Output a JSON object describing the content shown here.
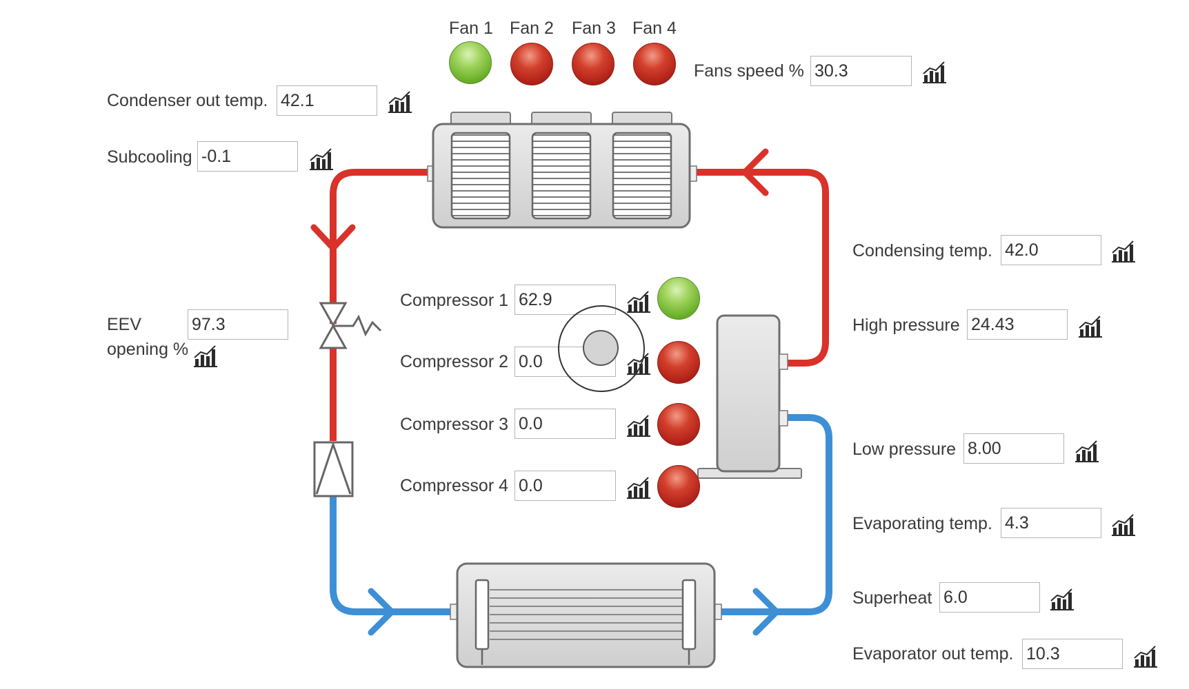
{
  "fans": {
    "items": [
      {
        "label": "Fan 1",
        "status": "on"
      },
      {
        "label": "Fan 2",
        "status": "off"
      },
      {
        "label": "Fan 3",
        "status": "off"
      },
      {
        "label": "Fan 4",
        "status": "off"
      }
    ],
    "speed_label": "Fans speed %",
    "speed_value": "30.3"
  },
  "condenser_out_temp": {
    "label": "Condenser out temp.",
    "value": "42.1"
  },
  "subcooling": {
    "label": "Subcooling",
    "value": "-0.1"
  },
  "condensing_temp": {
    "label": "Condensing temp.",
    "value": "42.0"
  },
  "high_pressure": {
    "label": "High pressure",
    "value": "24.43"
  },
  "eev_opening": {
    "label_line1": "EEV",
    "label_line2": "opening %",
    "value": "97.3"
  },
  "compressors": [
    {
      "label": "Compressor 1",
      "value": "62.9",
      "status": "on"
    },
    {
      "label": "Compressor 2",
      "value": "0.0",
      "status": "off"
    },
    {
      "label": "Compressor 3",
      "value": "0.0",
      "status": "off"
    },
    {
      "label": "Compressor 4",
      "value": "0.0",
      "status": "off"
    }
  ],
  "low_pressure": {
    "label": "Low pressure",
    "value": "8.00"
  },
  "evaporating_temp": {
    "label": "Evaporating temp.",
    "value": "4.3"
  },
  "superheat": {
    "label": "Superheat",
    "value": "6.0"
  },
  "evaporator_out_temp": {
    "label": "Evaporator out temp.",
    "value": "10.3"
  },
  "colors": {
    "hot_line": "#d9322a",
    "cold_line": "#3d8fd6",
    "status_on": "#6db22b",
    "status_off": "#b3231a",
    "equipment_fill": "#d9d9d9"
  }
}
